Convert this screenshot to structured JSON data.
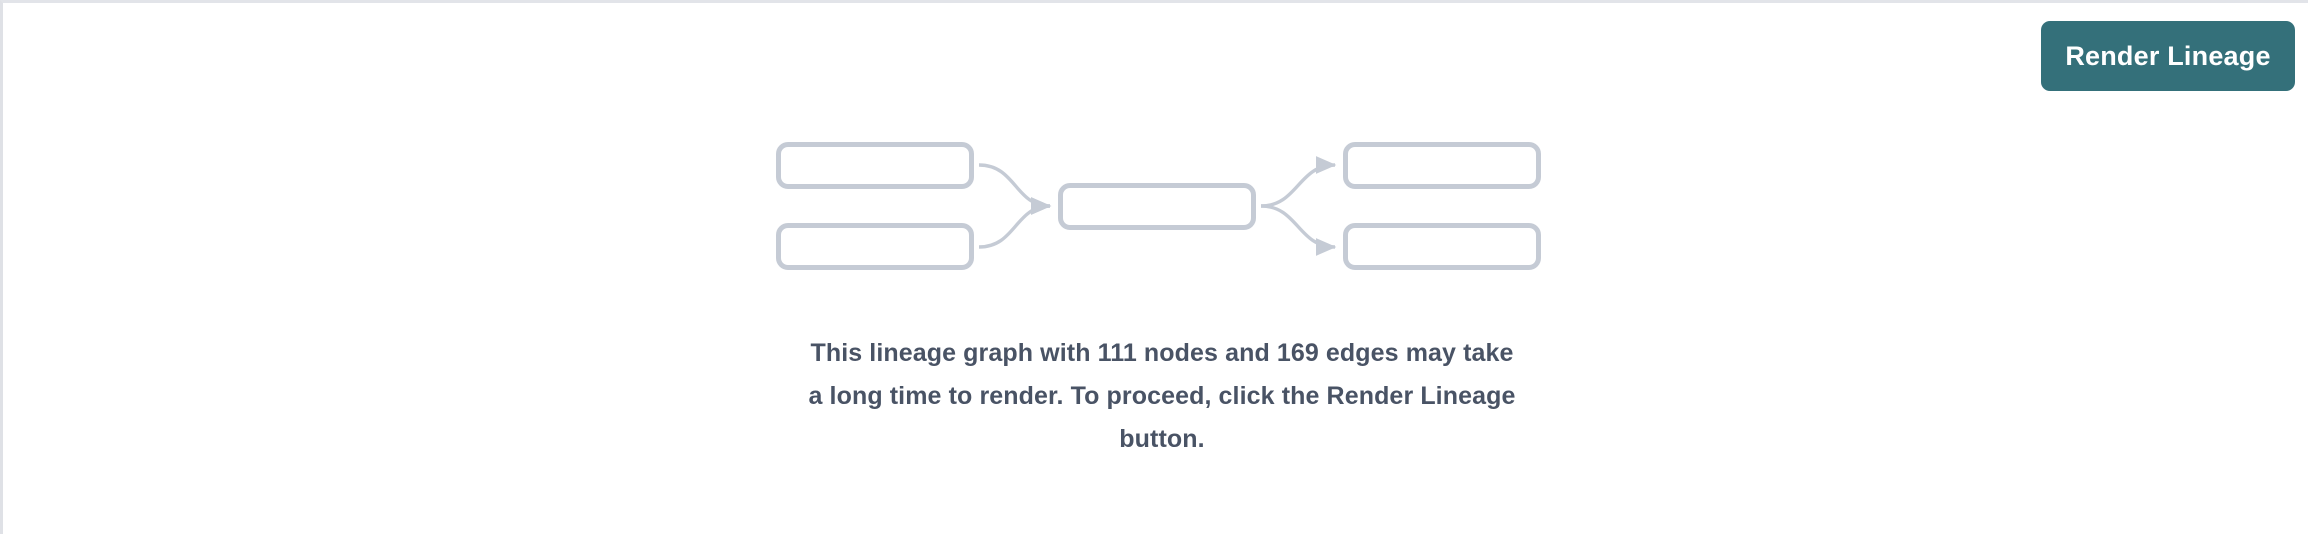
{
  "page": {
    "background_color": "#ffffff",
    "border_color": "#e2e4e9"
  },
  "toolbar": {
    "render_lineage_label": "Render Lineage",
    "render_lineage_color": "#34707a",
    "render_lineage_text_color": "#ffffff"
  },
  "lineage_placeholder": {
    "node_border_color": "#c5cbd5",
    "edge_color": "#c5cbd5",
    "nodes": [
      {
        "id": "source-1",
        "label": ""
      },
      {
        "id": "source-2",
        "label": ""
      },
      {
        "id": "center",
        "label": ""
      },
      {
        "id": "target-1",
        "label": ""
      },
      {
        "id": "target-2",
        "label": ""
      }
    ],
    "edges": [
      {
        "from": "source-1",
        "to": "center"
      },
      {
        "from": "source-2",
        "to": "center"
      },
      {
        "from": "center",
        "to": "target-1"
      },
      {
        "from": "center",
        "to": "target-2"
      }
    ]
  },
  "warning": {
    "node_count": 111,
    "edge_count": 169,
    "text_color": "#495365",
    "line1": "This lineage graph with 111 nodes and 169 edges may take",
    "line2": "a long time to render. To proceed, click the Render Lineage",
    "line3": "button.",
    "full_text": "This lineage graph with 111 nodes and 169 edges may take a long time to render. To proceed, click the Render Lineage button."
  }
}
